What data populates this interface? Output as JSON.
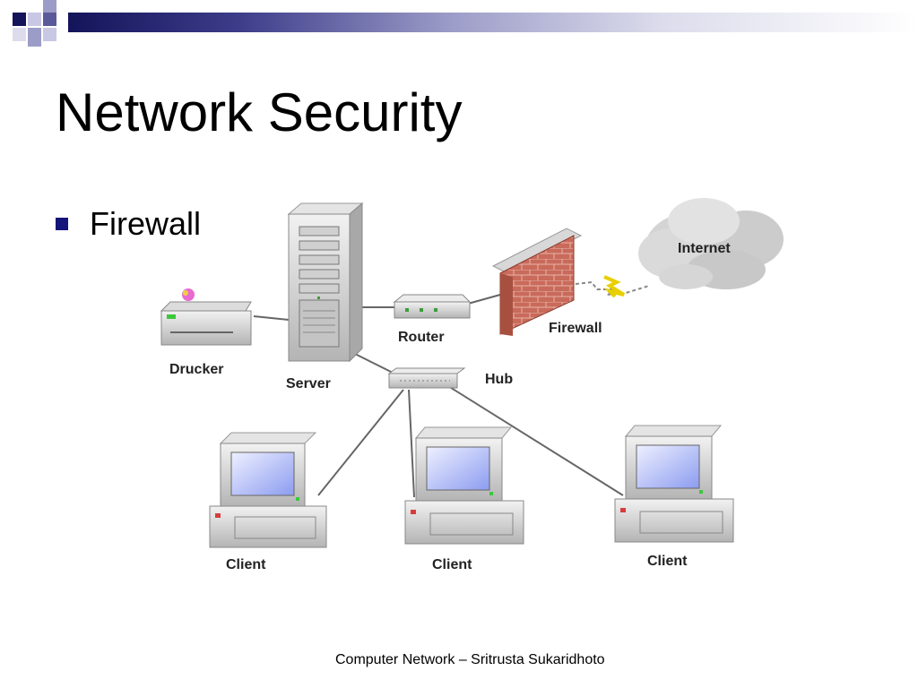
{
  "slide": {
    "title": "Network Security",
    "bullet": "Firewall",
    "footer": "Computer Network – Sritrusta Sukaridhoto"
  },
  "diagram": {
    "labels": {
      "internet": "Internet",
      "firewall": "Firewall",
      "router": "Router",
      "server": "Server",
      "hub": "Hub",
      "printer": "Drucker",
      "client_1": "Client",
      "client_2": "Client",
      "client_3": "Client"
    }
  },
  "colors": {
    "accent": "#14147a",
    "firewall_brick": "#c96a5a",
    "screen": "#a8b8f0"
  }
}
